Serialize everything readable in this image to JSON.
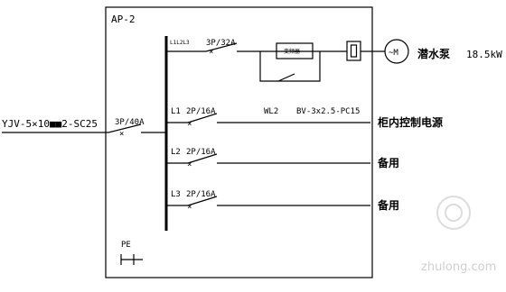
{
  "panel": {
    "name": "AP-2",
    "pe_label": "PE"
  },
  "incoming": {
    "cable": "YJV-5×10■■2-SC25",
    "breaker": "3P/40A"
  },
  "branches": [
    {
      "phase": "L1L2L3",
      "breaker": "3P/32A",
      "starter_label": "变频器",
      "motor_symbol": "~M",
      "load": "潜水泵",
      "power": "18.5kW"
    },
    {
      "phase": "L1",
      "breaker": "2P/16A",
      "circuit": "WL2",
      "cable": "BV-3x2.5-PC15",
      "load": "柜内控制电源"
    },
    {
      "phase": "L2",
      "breaker": "2P/16A",
      "load": "备用"
    },
    {
      "phase": "L3",
      "breaker": "2P/16A",
      "load": "备用"
    }
  ],
  "watermark": "zhulong.com"
}
